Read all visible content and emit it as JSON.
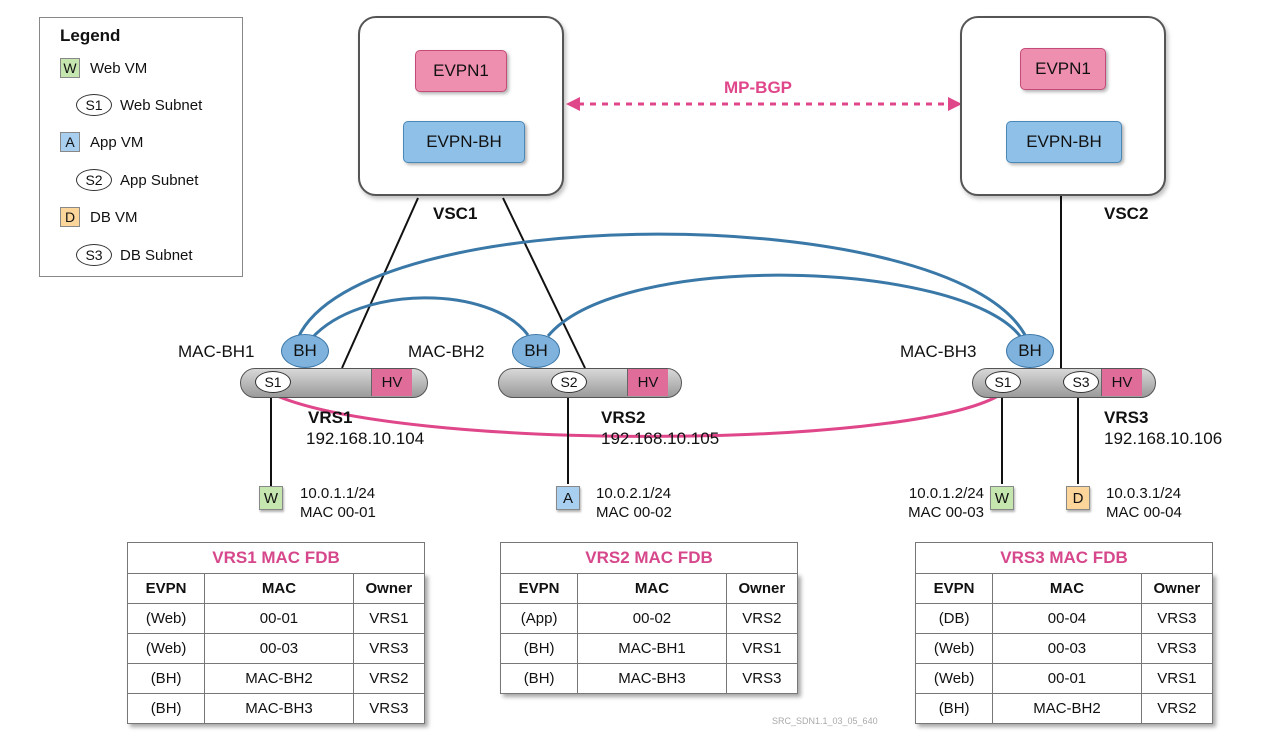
{
  "legend": {
    "title": "Legend",
    "items": [
      {
        "symbol": "W",
        "label": "Web VM"
      },
      {
        "symbol": "S1",
        "label": "Web Subnet"
      },
      {
        "symbol": "A",
        "label": "App VM"
      },
      {
        "symbol": "S2",
        "label": "App Subnet"
      },
      {
        "symbol": "D",
        "label": "DB VM"
      },
      {
        "symbol": "S3",
        "label": "DB Subnet"
      }
    ]
  },
  "controllers": {
    "vsc1": {
      "name": "VSC1",
      "evpn1": "EVPN1",
      "evpn_bh": "EVPN-BH"
    },
    "vsc2": {
      "name": "VSC2",
      "evpn1": "EVPN1",
      "evpn_bh": "EVPN-BH"
    },
    "peering": "MP-BGP"
  },
  "switches": {
    "vrs1": {
      "name": "VRS1",
      "ip": "192.168.10.104",
      "bh": "BH",
      "bh_mac": "MAC-BH1",
      "hv": "HV",
      "subnets": [
        "S1"
      ]
    },
    "vrs2": {
      "name": "VRS2",
      "ip": "192.168.10.105",
      "bh": "BH",
      "bh_mac": "MAC-BH2",
      "hv": "HV",
      "subnets": [
        "S2"
      ]
    },
    "vrs3": {
      "name": "VRS3",
      "ip": "192.168.10.106",
      "bh": "BH",
      "bh_mac": "MAC-BH3",
      "hv": "HV",
      "subnets": [
        "S1",
        "S3"
      ]
    }
  },
  "vms": [
    {
      "symbol": "W",
      "ip": "10.0.1.1/24",
      "mac": "MAC 00-01"
    },
    {
      "symbol": "A",
      "ip": "10.0.2.1/24",
      "mac": "MAC 00-02"
    },
    {
      "symbol": "W",
      "ip": "10.0.1.2/24",
      "mac": "MAC 00-03"
    },
    {
      "symbol": "D",
      "ip": "10.0.3.1/24",
      "mac": "MAC 00-04"
    }
  ],
  "fdb_tables": [
    {
      "title": "VRS1 MAC FDB",
      "headers": [
        "EVPN",
        "MAC",
        "Owner"
      ],
      "rows": [
        [
          "(Web)",
          "00-01",
          "VRS1"
        ],
        [
          "(Web)",
          "00-03",
          "VRS3"
        ],
        [
          "(BH)",
          "MAC-BH2",
          "VRS2"
        ],
        [
          "(BH)",
          "MAC-BH3",
          "VRS3"
        ]
      ]
    },
    {
      "title": "VRS2 MAC FDB",
      "headers": [
        "EVPN",
        "MAC",
        "Owner"
      ],
      "rows": [
        [
          "(App)",
          "00-02",
          "VRS2"
        ],
        [
          "(BH)",
          "MAC-BH1",
          "VRS1"
        ],
        [
          "(BH)",
          "MAC-BH3",
          "VRS3"
        ]
      ]
    },
    {
      "title": "VRS3 MAC FDB",
      "headers": [
        "EVPN",
        "MAC",
        "Owner"
      ],
      "rows": [
        [
          "(DB)",
          "00-04",
          "VRS3"
        ],
        [
          "(Web)",
          "00-03",
          "VRS3"
        ],
        [
          "(Web)",
          "00-01",
          "VRS1"
        ],
        [
          "(BH)",
          "MAC-BH2",
          "VRS2"
        ]
      ]
    }
  ],
  "figure_ref": "SRC_SDN1.1_03_05_640",
  "colors": {
    "pink": "#e0468a",
    "blue": "#3a78a8",
    "hv": "#e06c9a"
  }
}
